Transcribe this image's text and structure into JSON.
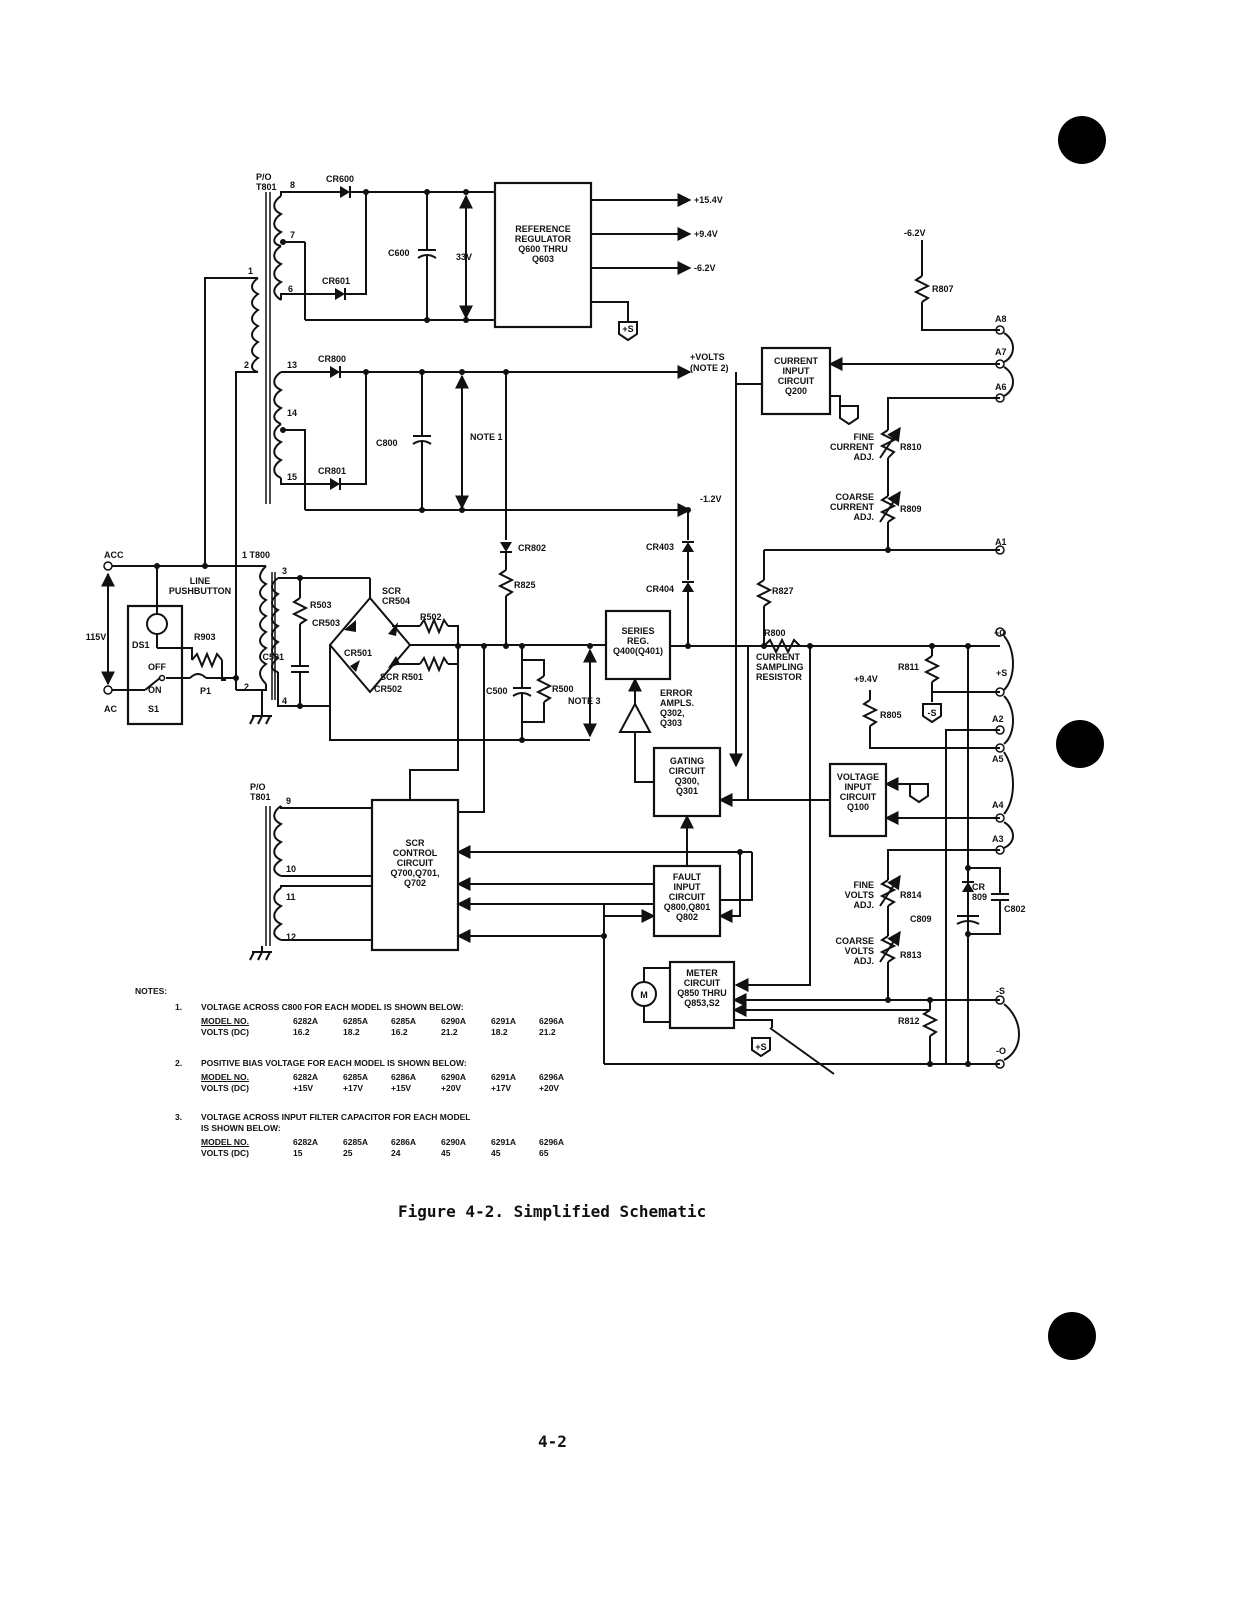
{
  "figure": {
    "caption": "Figure 4-2. Simplified Schematic",
    "page_number": "4-2"
  },
  "labels": {
    "po_t801_top": "P/O\nT801",
    "pin8": "8",
    "pin7": "7",
    "pin6": "6",
    "pin1": "1",
    "pin2": "2",
    "pin13": "13",
    "pin14": "14",
    "pin15": "15",
    "cr600": "CR600",
    "cr601": "CR601",
    "c600": "C600",
    "v33": "33V",
    "ref_regulator": "REFERENCE\nREGULATOR\nQ600 THRU\nQ603",
    "out_15_4": "+15.4V",
    "out_9_4": "+9.4V",
    "out_m6_2": "-6.2V",
    "plus_s": "+S",
    "minus_s": "-S",
    "cr800": "CR800",
    "cr801": "CR801",
    "c800": "C800",
    "note1": "NOTE 1",
    "volts_note2": "+VOLTS\n(NOTE 2)",
    "m1_2": "-1.2V",
    "current_input": "CURRENT\nINPUT\nCIRCUIT\nQ200",
    "top_m6_2": "-6.2V",
    "r807": "R807",
    "a8": "A8",
    "a7": "A7",
    "a6": "A6",
    "a1": "A1",
    "a2": "A2",
    "a5": "A5",
    "a4": "A4",
    "a3": "A3",
    "fine_current": "FINE\nCURRENT\nADJ.",
    "r810": "R810",
    "coarse_current": "COARSE\nCURRENT\nADJ.",
    "r809": "R809",
    "acc": "ACC",
    "ac": "AC",
    "v115": "115V",
    "line_pushbutton": "LINE\nPUSHBUTTON",
    "ds1": "DS1",
    "r903": "R903",
    "off": "OFF",
    "on": "ON",
    "s1": "S1",
    "p1": "P1",
    "t800": "1  T800",
    "pin3": "3",
    "pin4": "4",
    "pin2b": "2",
    "r503": "R503",
    "cr503": "CR503",
    "scr_cr504": "SCR\nCR504",
    "r502": "R502",
    "cr501": "CR501",
    "scr_r501": "SCR  R501",
    "cr502": "CR502",
    "c501": "C501",
    "cr802": "CR802",
    "r825": "R825",
    "cr403": "CR403",
    "cr404": "CR404",
    "series_reg": "SERIES\nREG.\nQ400(Q401)",
    "c500": "C500",
    "r500": "R500",
    "note3": "NOTE 3",
    "error_ampls": "ERROR\nAMPLS.\nQ302,\nQ303",
    "r827": "R827",
    "r800": "R800",
    "current_sampling": "CURRENT\nSAMPLING\nRESISTOR",
    "plus_o": "+O",
    "plus_s_term": "+S",
    "r811": "R811",
    "v9_4": "+9.4V",
    "r805": "R805",
    "minus_s_box": "-S",
    "gating": "GATING\nCIRCUIT\nQ300,\nQ301",
    "voltage_input": "VOLTAGE\nINPUT\nCIRCUIT\nQ100",
    "po_t801_bot": "P/O\nT801",
    "pin9": "9",
    "pin10": "10",
    "pin11": "11",
    "pin12": "12",
    "scr_control": "SCR\nCONTROL\nCIRCUIT\nQ700,Q701,\nQ702",
    "fault_input": "FAULT\nINPUT\nCIRCUIT\nQ800,Q801\nQ802",
    "fine_volts": "FINE\nVOLTS\nADJ.",
    "r814": "R814",
    "c809": "C809",
    "cr809": "CR\n809",
    "c802": "C802",
    "coarse_volts": "COARSE\nVOLTS\nADJ.",
    "r813": "R813",
    "meter_circuit": "METER\nCIRCUIT\nQ850 THRU\nQ853,S2",
    "meter_m": "M",
    "r812": "R812",
    "minus_s_term": "-S",
    "minus_o": "-O",
    "plus_s_bot": "+S"
  },
  "notes": {
    "title": "NOTES:",
    "items": [
      {
        "num": "1.",
        "text": "VOLTAGE ACROSS C800 FOR EACH MODEL IS SHOWN BELOW:",
        "header_label": "MODEL NO.",
        "models": [
          "6282A",
          "6285A",
          "6285A",
          "6290A",
          "6291A",
          "6296A"
        ],
        "values_label": "VOLTS (DC)",
        "values": [
          "16.2",
          "18.2",
          "16.2",
          "21.2",
          "18.2",
          "21.2"
        ]
      },
      {
        "num": "2.",
        "text": "POSITIVE BIAS VOLTAGE FOR EACH MODEL IS SHOWN BELOW:",
        "header_label": "MODEL NO.",
        "models": [
          "6282A",
          "6285A",
          "6286A",
          "6290A",
          "6291A",
          "6296A"
        ],
        "values_label": "VOLTS (DC)",
        "values": [
          "+15V",
          "+17V",
          "+15V",
          "+20V",
          "+17V",
          "+20V"
        ]
      },
      {
        "num": "3.",
        "text": "VOLTAGE ACROSS INPUT FILTER CAPACITOR FOR EACH MODEL\nIS SHOWN BELOW:",
        "header_label": "MODEL NO.",
        "models": [
          "6282A",
          "6285A",
          "6286A",
          "6290A",
          "6291A",
          "6296A"
        ],
        "values_label": "VOLTS (DC)",
        "values": [
          "15",
          "25",
          "24",
          "45",
          "45",
          "65"
        ]
      }
    ]
  }
}
